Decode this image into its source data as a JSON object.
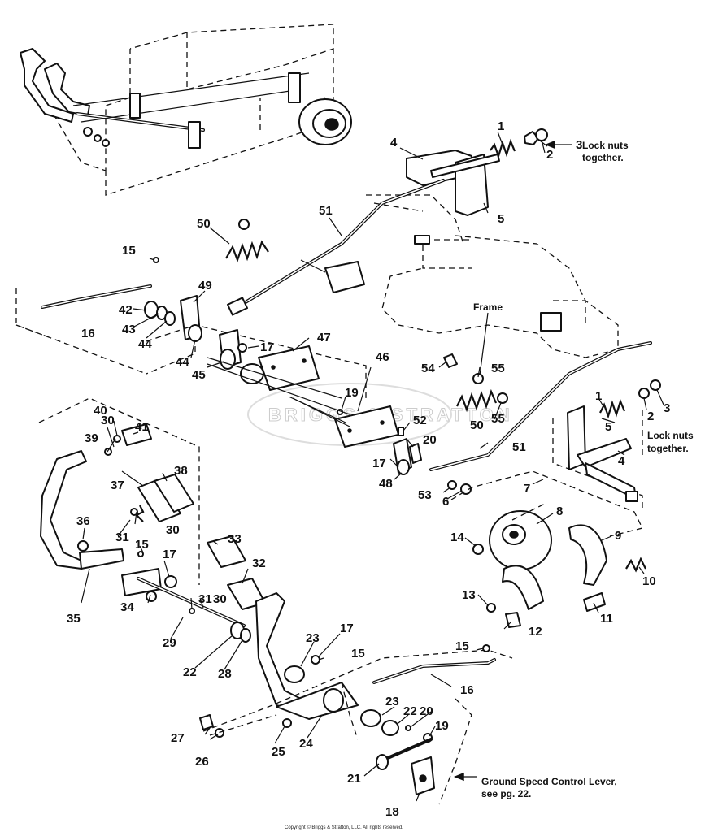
{
  "callouts": [
    {
      "id": "c1",
      "text": "1"
    },
    {
      "id": "c2",
      "text": "2"
    },
    {
      "id": "c3",
      "text": "3"
    },
    {
      "id": "c4",
      "text": "4"
    },
    {
      "id": "c5",
      "text": "5"
    },
    {
      "id": "c1b",
      "text": "1"
    },
    {
      "id": "c2b",
      "text": "2"
    },
    {
      "id": "c3b",
      "text": "3"
    },
    {
      "id": "c4b",
      "text": "4"
    },
    {
      "id": "c5b",
      "text": "5"
    },
    {
      "id": "c6",
      "text": "6"
    },
    {
      "id": "c7",
      "text": "7"
    },
    {
      "id": "c8",
      "text": "8"
    },
    {
      "id": "c9",
      "text": "9"
    },
    {
      "id": "c10",
      "text": "10"
    },
    {
      "id": "c11",
      "text": "11"
    },
    {
      "id": "c12",
      "text": "12"
    },
    {
      "id": "c13",
      "text": "13"
    },
    {
      "id": "c14",
      "text": "14"
    },
    {
      "id": "c15a",
      "text": "15"
    },
    {
      "id": "c15b",
      "text": "15"
    },
    {
      "id": "c15c",
      "text": "15"
    },
    {
      "id": "c15d",
      "text": "15"
    },
    {
      "id": "c16a",
      "text": "16"
    },
    {
      "id": "c16b",
      "text": "16"
    },
    {
      "id": "c17a",
      "text": "17"
    },
    {
      "id": "c17b",
      "text": "17"
    },
    {
      "id": "c17c",
      "text": "17"
    },
    {
      "id": "c17d",
      "text": "17"
    },
    {
      "id": "c18",
      "text": "18"
    },
    {
      "id": "c19a",
      "text": "19"
    },
    {
      "id": "c19b",
      "text": "19"
    },
    {
      "id": "c20a",
      "text": "20"
    },
    {
      "id": "c20b",
      "text": "20"
    },
    {
      "id": "c21",
      "text": "21"
    },
    {
      "id": "c22a",
      "text": "22"
    },
    {
      "id": "c22b",
      "text": "22"
    },
    {
      "id": "c23a",
      "text": "23"
    },
    {
      "id": "c23b",
      "text": "23"
    },
    {
      "id": "c24",
      "text": "24"
    },
    {
      "id": "c25",
      "text": "25"
    },
    {
      "id": "c26",
      "text": "26"
    },
    {
      "id": "c27",
      "text": "27"
    },
    {
      "id": "c28",
      "text": "28"
    },
    {
      "id": "c29",
      "text": "29"
    },
    {
      "id": "c30a",
      "text": "30"
    },
    {
      "id": "c30b",
      "text": "30"
    },
    {
      "id": "c30c",
      "text": "30"
    },
    {
      "id": "c31a",
      "text": "31"
    },
    {
      "id": "c31b",
      "text": "31"
    },
    {
      "id": "c32",
      "text": "32"
    },
    {
      "id": "c33",
      "text": "33"
    },
    {
      "id": "c34",
      "text": "34"
    },
    {
      "id": "c35",
      "text": "35"
    },
    {
      "id": "c36",
      "text": "36"
    },
    {
      "id": "c37",
      "text": "37"
    },
    {
      "id": "c38",
      "text": "38"
    },
    {
      "id": "c39",
      "text": "39"
    },
    {
      "id": "c40",
      "text": "40"
    },
    {
      "id": "c41",
      "text": "41"
    },
    {
      "id": "c42",
      "text": "42"
    },
    {
      "id": "c43",
      "text": "43"
    },
    {
      "id": "c44a",
      "text": "44"
    },
    {
      "id": "c44b",
      "text": "44"
    },
    {
      "id": "c45",
      "text": "45"
    },
    {
      "id": "c46",
      "text": "46"
    },
    {
      "id": "c47",
      "text": "47"
    },
    {
      "id": "c48",
      "text": "48"
    },
    {
      "id": "c49",
      "text": "49"
    },
    {
      "id": "c50a",
      "text": "50"
    },
    {
      "id": "c50b",
      "text": "50"
    },
    {
      "id": "c51a",
      "text": "51"
    },
    {
      "id": "c51b",
      "text": "51"
    },
    {
      "id": "c52",
      "text": "52"
    },
    {
      "id": "c53",
      "text": "53"
    },
    {
      "id": "c54",
      "text": "54"
    },
    {
      "id": "c55a",
      "text": "55"
    },
    {
      "id": "c55b",
      "text": "55"
    }
  ],
  "notes": {
    "lock_nuts_top_1": "Lock nuts",
    "lock_nuts_top_2": "together.",
    "lock_nuts_right_1": "Lock nuts",
    "lock_nuts_right_2": "together.",
    "frame": "Frame",
    "ground_speed_1": "Ground Speed Control Lever,",
    "ground_speed_2": "see pg. 22."
  },
  "watermark": "BRIGGS & STRATTON",
  "copyright": "Copyright © Briggs & Stratton, LLC. All rights reserved."
}
